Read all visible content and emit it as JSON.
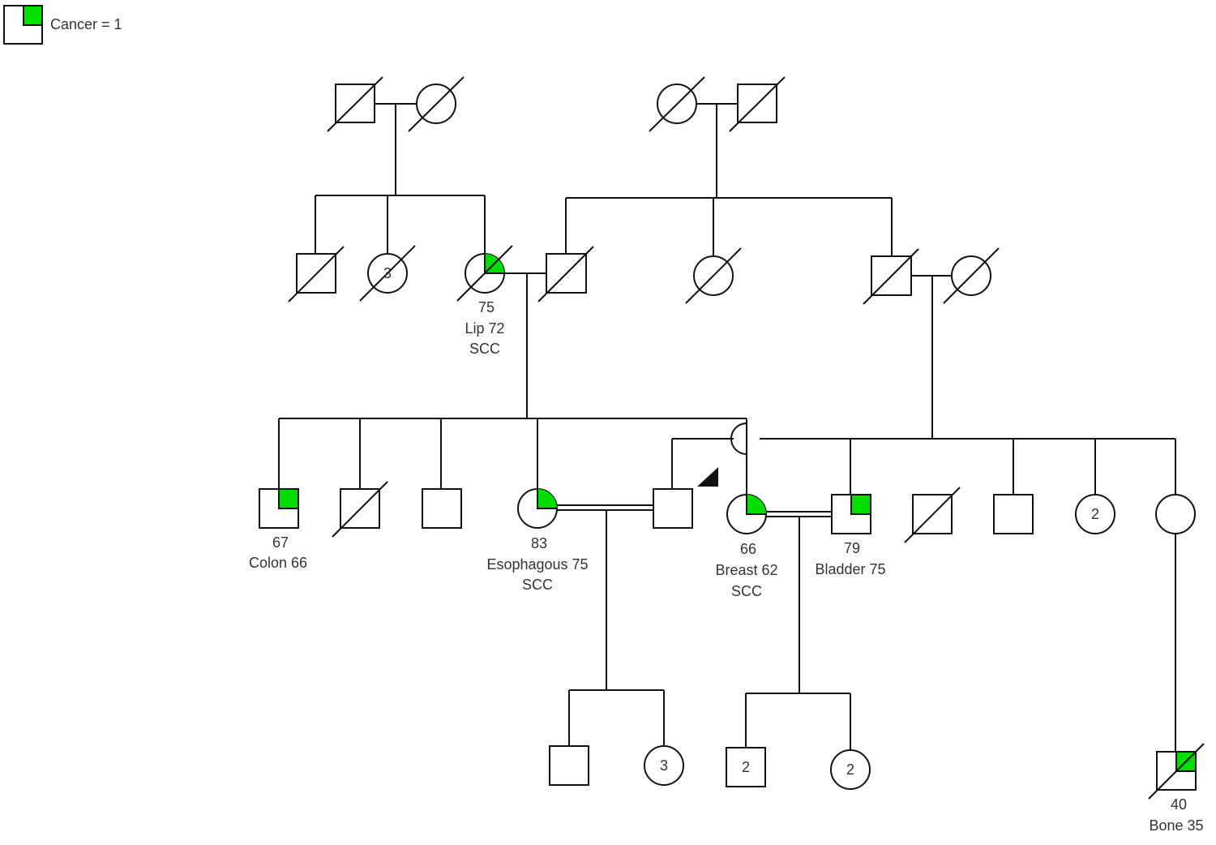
{
  "colors": {
    "affected": "#00dd00",
    "line": "#111111"
  },
  "legend": {
    "label": "Cancer = 1"
  },
  "gen1": {},
  "gen2": {
    "aunt_count": "3",
    "grandmother": {
      "age": "75",
      "cancer": "Lip 72",
      "type": "SCC"
    }
  },
  "gen3": {
    "brother_colon": {
      "age": "67",
      "cancer": "Colon 66"
    },
    "sister_esoph": {
      "age": "83",
      "cancer": "Esophagous 75",
      "type": "SCC"
    },
    "mother": {
      "age": "66",
      "cancer": "Breast 62",
      "type": "SCC"
    },
    "father": {
      "age": "79",
      "cancer": "Bladder 75"
    },
    "aunts_count": "2"
  },
  "gen4": {
    "cousins_f_count": "3",
    "siblings_m_count": "2",
    "siblings_f_count": "2",
    "cousin_bone": {
      "age": "40",
      "cancer": "Bone 35"
    }
  }
}
